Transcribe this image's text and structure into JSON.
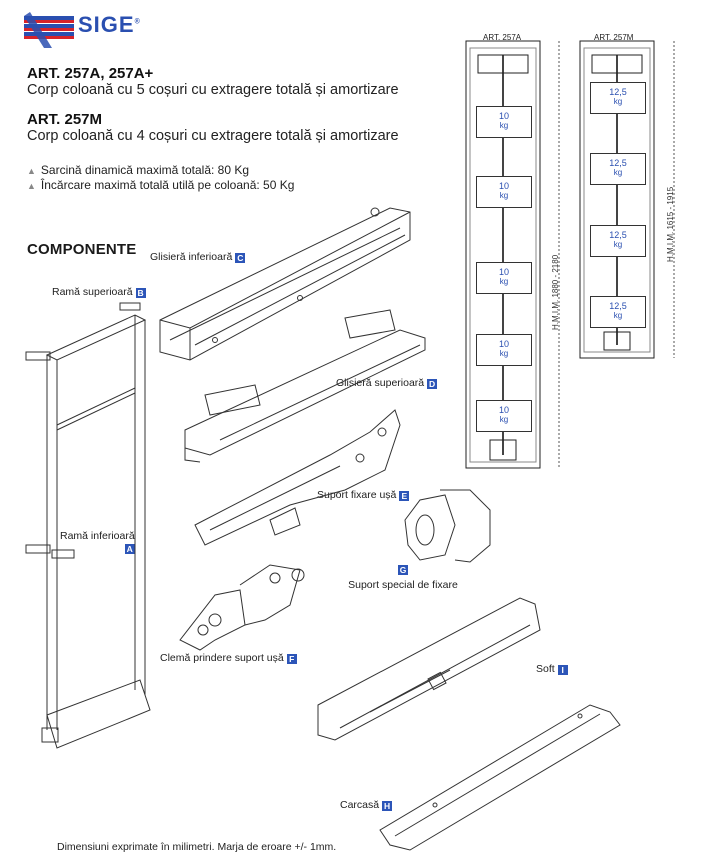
{
  "logo": {
    "brand": "SIGE",
    "registered": "®"
  },
  "articles": [
    {
      "title": "ART. 257A, 257A+",
      "description": "Corp coloană cu 5 coșuri cu extragere totală și amortizare"
    },
    {
      "title": "ART. 257M",
      "description": "Corp coloană cu 4 coșuri cu extragere totală și amortizare"
    }
  ],
  "specs": [
    "Sarcină dinamică maximă totală: 80 Kg",
    "Încărcare maximă totală utilă pe coloană: 50 Kg"
  ],
  "section_title": "COMPONENTE",
  "components": {
    "A": {
      "label": "Ramă inferioară",
      "letter": "A"
    },
    "B": {
      "label": "Ramă superioară",
      "letter": "B"
    },
    "C": {
      "label": "Glisieră inferioară",
      "letter": "C"
    },
    "D": {
      "label": "Glisieră superioară",
      "letter": "D"
    },
    "E": {
      "label": "Suport fixare ușă",
      "letter": "E"
    },
    "F": {
      "label": "Clemă prindere suport ușă",
      "letter": "F"
    },
    "G": {
      "label": "Suport special de fixare",
      "letter": "G"
    },
    "H": {
      "label": "Carcasă",
      "letter": "H"
    },
    "I": {
      "label": "Soft",
      "letter": "I"
    }
  },
  "drawings": {
    "art257A": {
      "header": "ART. 257A",
      "dimension": "H.M.I.M. 1880 - 2180",
      "baskets": [
        {
          "weight": "10",
          "unit": "kg"
        },
        {
          "weight": "10",
          "unit": "kg"
        },
        {
          "weight": "10",
          "unit": "kg"
        },
        {
          "weight": "10",
          "unit": "kg"
        },
        {
          "weight": "10",
          "unit": "kg"
        }
      ]
    },
    "art257M": {
      "header": "ART. 257M",
      "dimension": "H.M.I.M. 1615 - 1915",
      "baskets": [
        {
          "weight": "12,5",
          "unit": "kg"
        },
        {
          "weight": "12,5",
          "unit": "kg"
        },
        {
          "weight": "12,5",
          "unit": "kg"
        },
        {
          "weight": "12,5",
          "unit": "kg"
        }
      ]
    }
  },
  "footer": "Dimensiuni exprimate în milimetri. Marja de eroare +/- 1mm."
}
